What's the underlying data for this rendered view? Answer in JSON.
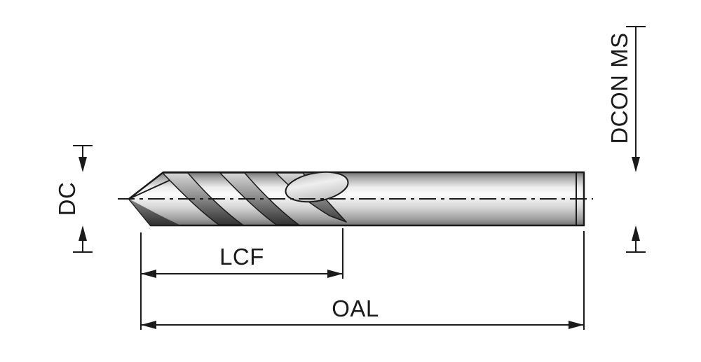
{
  "labels": {
    "dc": "DC",
    "dcon": "DCON MS",
    "lcf": "LCF",
    "oal": "OAL"
  },
  "colors": {
    "line": "#1a1a1a",
    "background": "#ffffff",
    "metal_light": "#fbfbfb",
    "metal_dark": "#6f6f6f"
  }
}
